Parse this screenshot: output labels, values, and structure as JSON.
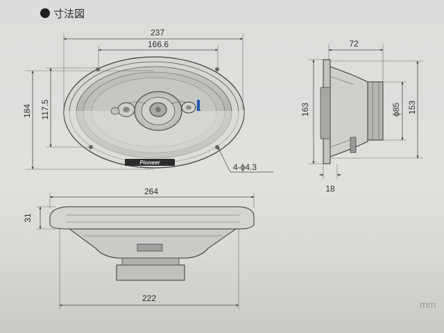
{
  "title": "寸法図",
  "unit": "mm",
  "brand_logo": "Pioneer",
  "dimensions": {
    "front_overall_width": "237",
    "front_hole_pitch_width": "166.6",
    "front_overall_height": "184",
    "front_hole_pitch_height": "117.5",
    "mounting_holes": "4-ϕ4.3",
    "side_depth": "72",
    "side_magnet_diameter": "ϕ85",
    "side_overall_height": "163",
    "side_frame_height": "153",
    "side_flange_depth": "18",
    "top_overall_width": "264",
    "top_flange_height": "31",
    "top_bottom_width": "222"
  }
}
